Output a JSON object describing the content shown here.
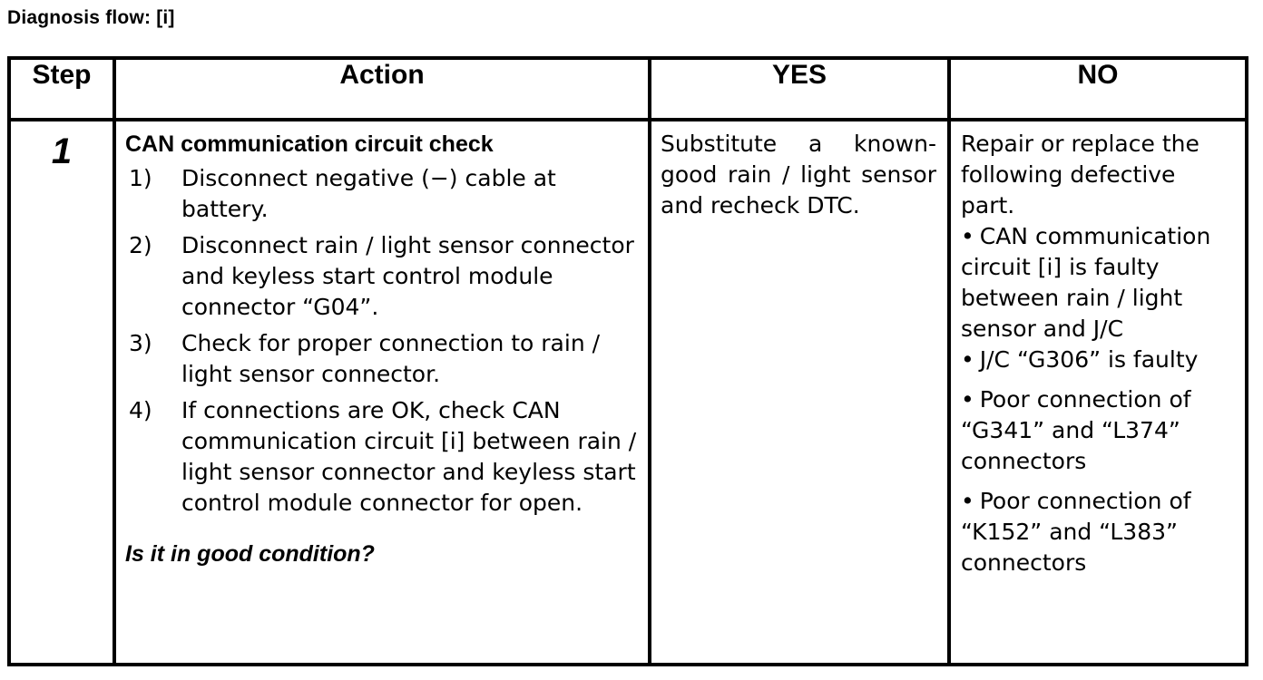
{
  "title": "Diagnosis flow: [i]",
  "table": {
    "headers": {
      "step": "Step",
      "action": "Action",
      "yes": "YES",
      "no": "NO"
    },
    "rows": [
      {
        "step": "1",
        "action": {
          "heading": "CAN communication circuit check",
          "steps": [
            {
              "marker": "1)",
              "text": "Disconnect negative (−) cable at battery."
            },
            {
              "marker": "2)",
              "text": "Disconnect rain / light sensor connector and keyless start control module connector “G04”."
            },
            {
              "marker": "3)",
              "text": "Check for proper connection to rain / light sensor connector."
            },
            {
              "marker": "4)",
              "text": "If connections are OK, check CAN communication circuit [i] between rain / light sensor connector and keyless start control module connector for open."
            }
          ],
          "question": "Is it in good condition?"
        },
        "yes": "Substitute a known-good rain / light sensor and recheck DTC.",
        "no": {
          "lead": "Repair or replace the following defective part.",
          "bullet_char": "•",
          "items": [
            "CAN communication circuit [i] is faulty between rain / light sensor and J/C",
            "J/C “G306” is faulty",
            "Poor connection of “G341” and “L374” connectors",
            "Poor connection of “K152” and “L383” connectors"
          ]
        }
      }
    ]
  }
}
